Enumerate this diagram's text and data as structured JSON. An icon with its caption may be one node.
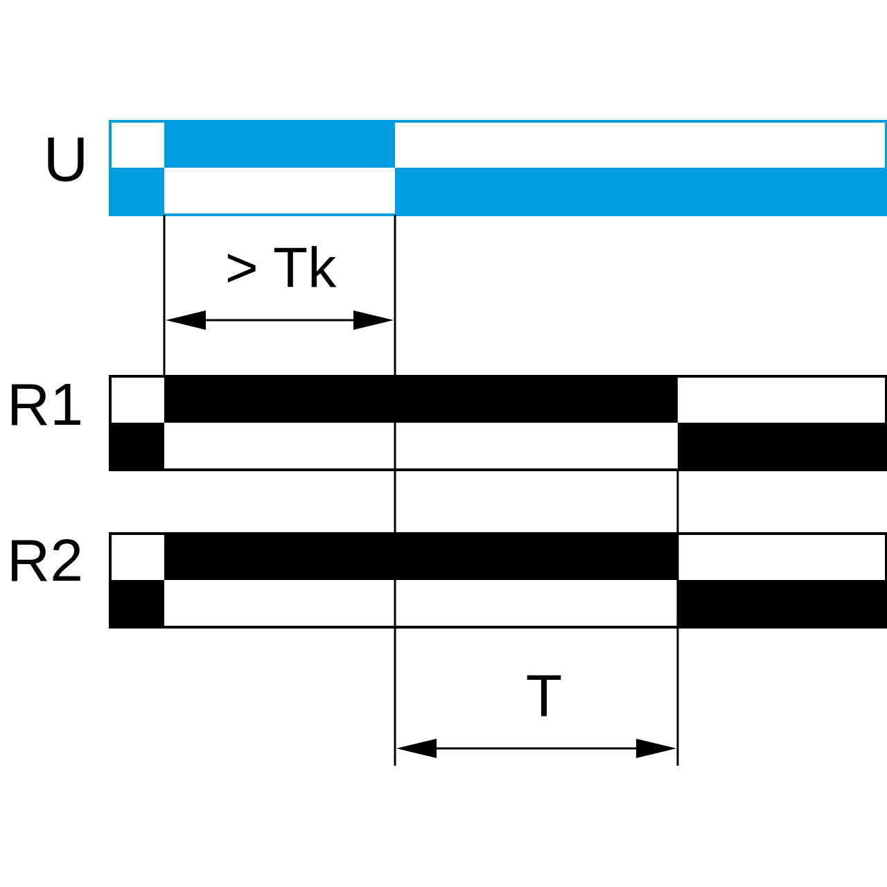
{
  "diagram": {
    "labels": [
      "U",
      "> Tk",
      "R1",
      "R2",
      "T"
    ]
  }
}
